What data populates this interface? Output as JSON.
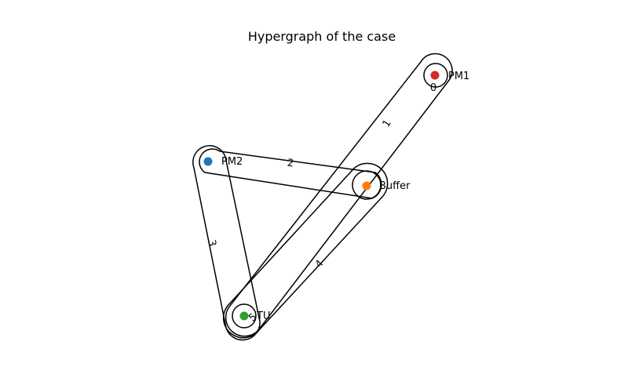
{
  "title": "Hypergraph of the case",
  "nodes": [
    {
      "id": "PM1",
      "label": "PM1",
      "color": "#d62728"
    },
    {
      "id": "PM2",
      "label": "PM2",
      "color": "#1f77b4"
    },
    {
      "id": "Buffer",
      "label": "Buffer",
      "color": "#ff7f0e"
    },
    {
      "id": "TU",
      "label": "TU",
      "color": "#2ca02c"
    }
  ],
  "hyperedges": [
    {
      "label": "0",
      "members": [
        "PM1"
      ]
    },
    {
      "label": "1",
      "members": [
        "PM1",
        "Buffer"
      ]
    },
    {
      "label": "2",
      "members": [
        "PM2",
        "Buffer"
      ]
    },
    {
      "label": "3",
      "members": [
        "PM2",
        "TU"
      ]
    },
    {
      "label": "4",
      "members": [
        "Buffer",
        "TU"
      ]
    },
    {
      "label": "5",
      "members": [
        "TU"
      ]
    }
  ]
}
